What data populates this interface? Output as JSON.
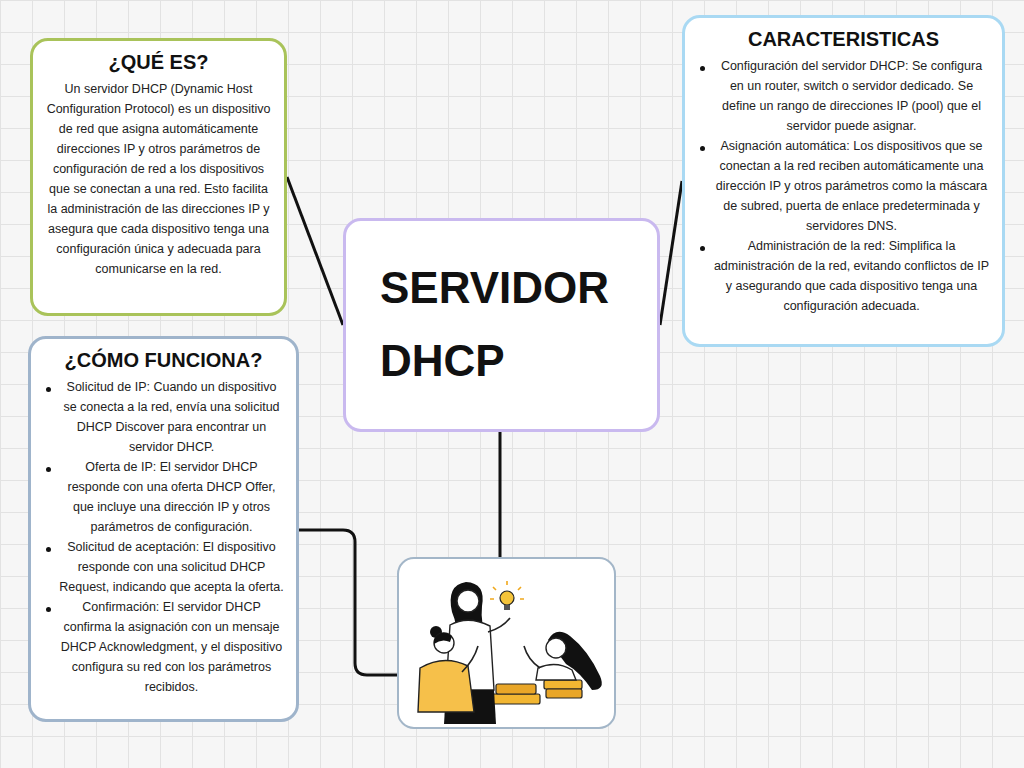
{
  "diagram": {
    "nodes": [
      {
        "text": [
          "¿QUÉ ES?",
          "Un servidor DHCP (Dynamic Host Configuration Protocol) es un dispositivo de red que asigna automáticamente direcciones IP y otros parámetros de configuración de red a los dispositivos que se conectan a una red. Esto facilita la administración de las direcciones IP y asegura que cada dispositivo tenga una configuración única y adecuada para comunicarse en la red."
        ]
      },
      {
        "text": [
          "CARACTERISTICAS",
          "Configuración del servidor DHCP: Se configura en un router, switch o servidor dedicado. Se define un rango de direcciones IP (pool) que el servidor puede asignar.",
          "Asignación automática: Los dispositivos que se conectan a la red reciben automáticamente una dirección IP y otros parámetros como la máscara de subred, puerta de enlace predeterminada y servidores DNS.",
          "Administración de la red: Simplifica la administración de la red, evitando conflictos de IP y asegurando que cada dispositivo tenga una configuración adecuada."
        ]
      },
      {
        "text": [
          "SERVIDOR DHCP"
        ]
      },
      {
        "text": [
          "¿CÓMO FUNCIONA?",
          "Solicitud de IP: Cuando un dispositivo se conecta a la red, envía una solicitud DHCP Discover para encontrar un servidor DHCP.",
          "Oferta de IP: El servidor DHCP responde con una oferta DHCP Offer, que incluye una dirección IP y otros parámetros de configuración.",
          "Solicitud de aceptación: El dispositivo responde con una solicitud DHCP Request, indicando que acepta la oferta.",
          "Confirmación: El servidor DHCP confirma la asignación con un mensaje DHCP Acknowledgment, y el dispositivo configura su red con los parámetros recibidos."
        ]
      }
    ],
    "edges": [
      {
        "from": 0,
        "to": 2,
        "arrow": "none"
      },
      {
        "from": 2,
        "to": 1,
        "arrow": "none"
      }
    ]
  }
}
